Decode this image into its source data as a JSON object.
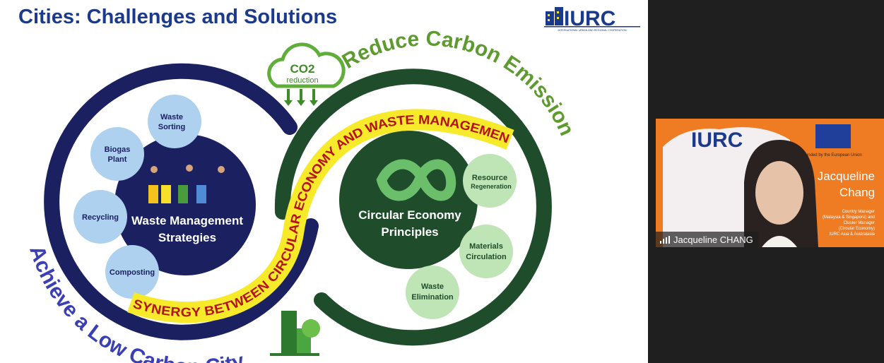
{
  "slide": {
    "title": "Cities: Challenges and Solutions",
    "logo": {
      "text": "IURC",
      "subtitle": "INTERNATIONAL URBAN AND REGIONAL COOPERATION"
    },
    "co2": {
      "label": "CO2",
      "sub": "reduction"
    },
    "arc_top": "Reduce Carbon Emission",
    "arc_bottom": "Achieve a Low Carbon City",
    "band": "SYNERGY BETWEEN CIRCULAR ECONOMY AND WASTE MANAGEMENT",
    "left": {
      "title_1": "Waste Management",
      "title_2": "Strategies",
      "items": [
        [
          "Waste",
          "Sorting"
        ],
        [
          "Biogas",
          "Plant"
        ],
        [
          "Recycling",
          ""
        ],
        [
          "Composting",
          ""
        ]
      ]
    },
    "right": {
      "title_1": "Circular Economy",
      "title_2": "Principles",
      "items": [
        [
          "Resource",
          "Regeneration"
        ],
        [
          "Materials",
          "Circulation"
        ],
        [
          "Waste",
          "Elimination"
        ]
      ]
    }
  },
  "video": {
    "participant": "Jacqueline CHANG",
    "bg_name_1": "Jacqueline",
    "bg_name_2": "Chang",
    "bg_logo": "IURC",
    "eu": "Funded by the European Union",
    "role": [
      "Country Manager",
      "(Malaysia & Singapore) and",
      "Cluster Manager",
      "(Circular Economy)",
      "IURC Asia & Australasia"
    ]
  },
  "colors": {
    "navy": "#1b2160",
    "green": "#1f4d2c",
    "title": "#1b3a8c",
    "yellow": "#f6ea2a",
    "red": "#b5121b",
    "orange": "#ef7b22"
  }
}
